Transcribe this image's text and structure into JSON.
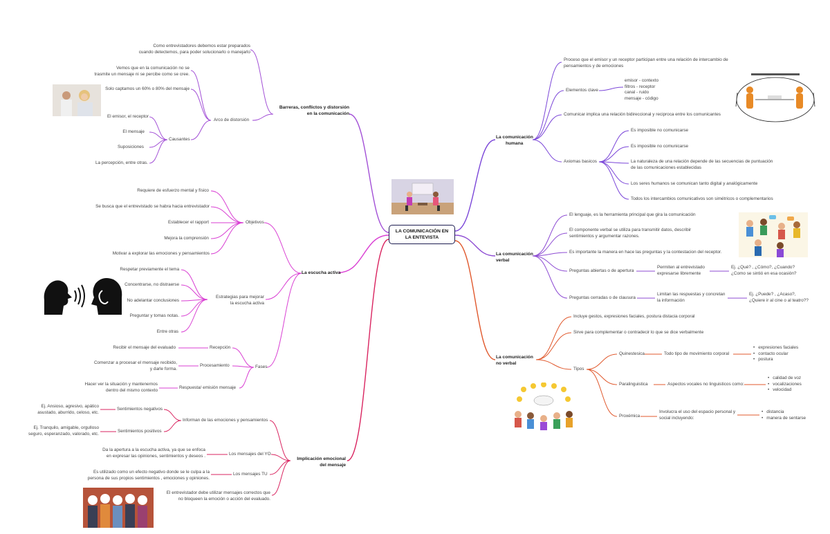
{
  "root": {
    "line1": "LA COMUNICACIÓN EN",
    "line2": "LA ENTEVISTA"
  },
  "left": {
    "barreras": {
      "title1": "Barreras, conflictos y distorsión",
      "title2": "en la comunicación",
      "note1": "Como entrevistadores debemos estar preparados",
      "note2": "cuando detectemos, para poder solucionarlo o manejarlo",
      "arco": "Arco de distorsión",
      "arco_items": [
        "Vemos que en la comunicación no se",
        "trasmite un mensaje ni se percibe como se cree.",
        "Solo captamos un 60% o 80% del mensaje"
      ],
      "causantes": "Causantes",
      "causantes_items": [
        "El emisor, el receptor",
        "El mensaje",
        "Suposiciones",
        "La percepción, entre otras."
      ]
    },
    "escucha": {
      "title": "La escucha activa",
      "objetivos": "Objetivos",
      "objetivos_items": [
        "Requiere de esfuerzo mental y físico",
        "Se busca que el entrevistado se habra hacia entrevistador",
        "Establecer el rapport",
        "Mejora la comprensión",
        "Motivar a explorar las emociones y pensamientos"
      ],
      "estrategias1": "Estrategias para mejorar",
      "estrategias2": "la escucha activa",
      "estrategias_items": [
        "Respetar previamente el tema",
        "Concentrarse, no distraerse",
        "No adelantar conclusiones",
        "Preguntar y tomas notas.",
        "Entre otras"
      ],
      "fases": "Fases",
      "recepcion": "Recepción",
      "recepcion_item": "Recibir el mensaje del evaluado",
      "procesamiento": "Procesamiento",
      "procesamiento_item1": "Comenzar a procesar el mensaje recibido,",
      "procesamiento_item2": "y darle forma.",
      "respuesta": "Respuesta/ emisión mensaje",
      "respuesta_item1": "Hacer ver la situación y mantenernos",
      "respuesta_item2": "dentro del mismo contexto"
    },
    "implicacion": {
      "title1": "Implicación emocional",
      "title2": "del mensaje",
      "informan": "Informan de las emociones y pensamientos",
      "negativos": "Sentimientos negativos",
      "negativos_item1": "Ej. Ansioso, agresivo, apático",
      "negativos_item2": "asustado, aburrido, celoso, etc.",
      "positivos": "Sentimientos positivos",
      "positivos_item1": "Ej. Tranquilo, amigable, orgulloso",
      "positivos_item2": "seguro, esperanzado, valorado, etc.",
      "yo": "Los mensajes del YO",
      "yo_item1": "Da la apertura a la escucha activa, ya que se enfoca",
      "yo_item2": "en expresar las opiniones, sentimientos y deseos .",
      "tu": "Los mensajes TU",
      "tu_item1": "Es utilizado como un efecto negativo donde se le culpa a la",
      "tu_item2": "persona de sus propios sentimientos , emociones y opiniones.",
      "final1": "El entrevistador debe utilizar mensajes correctos que",
      "final2": "no bloqueen la emoción o acción del evaluado."
    }
  },
  "right": {
    "humana": {
      "title1": "La comunicación",
      "title2": "humana",
      "def1": "Proceso que el emisor y un receptor participan entre una relación de intercambio de",
      "def2": "pensamientos y de emociones",
      "elementos": "Elementos clave",
      "elementos_items": [
        "emisor - contexto",
        "filtros - receptor",
        "canal      - ruido",
        "mensaje   - código"
      ],
      "bidir": "Comunicar implica una relación bidireccional y reciproca entre los comunicantes",
      "axiomas": "Axiomas basicos",
      "axiomas_items": [
        "Es imposible no comunicarse",
        "Es imposible no comunicarse",
        "La naturaleza de una relación depende de las secuencias de puntuación",
        "de las comunicaciones establecidas",
        "Los seres humanos se comunican tanto digital y analógicamente",
        "Todos los intercambios comunicativos son simétricos o complementarios"
      ]
    },
    "verbal": {
      "title1": "La comunicación",
      "title2": "verbal",
      "items": [
        "El lenguaje, es la herramienta principal que gira la comunicación",
        "El componente verbal se utiliza para transmitir datos, describir",
        "sentimientos y argumentar razones.",
        "Es importante la manera en hace las preguntas y la contestacion del receptor."
      ],
      "abiertas": "Preguntas abiertas o de apertura",
      "abiertas_desc1": "Permiten al entrevistado",
      "abiertas_desc2": "expresarse libremente",
      "abiertas_ej1": "Ej. ¿Qué? , ¿Cómo?, ¿Cuando?",
      "abiertas_ej2": "¿Como se sintió en esa ocasión?",
      "cerradas": "Preguntas cerradas o de clausura",
      "cerradas_desc1": "Limitan las respuestas y concretan",
      "cerradas_desc2": "la información",
      "cerradas_ej1": "Ej. ¿Puede? , ¿Acaso?,",
      "cerradas_ej2": "¿Quiere ir al cine o al teatro??"
    },
    "noverbal": {
      "title1": "La comunicación",
      "title2": "no verbal",
      "item1": "Incluye gestos, expresiones faciales, postura distacia corporal",
      "item2": "Sirve para complementar o contradecir lo que se dice verbalmente",
      "tipos": "Tipos",
      "quinesica": "Quinestesica",
      "quinesica_desc": "Todo tipo de movimiento corporal",
      "quinesica_items": [
        "expresiones faciales",
        "contacto ocular",
        "postura"
      ],
      "paralinguistica": "Paralinguistica",
      "paralinguistica_desc": "Aspectos vocales no linguisticos como:",
      "paralinguistica_items": [
        "calidad de voz",
        "vocalizaciones",
        "velocidad"
      ],
      "proxemica": "Proxémica",
      "proxemica_desc1": "Involucra el uso del espacio personal y",
      "proxemica_desc2": "social incluyendo:",
      "proxemica_items": [
        "distancia",
        "manera de sentarse"
      ]
    }
  },
  "colors": {
    "barreras": "#a24fd6",
    "escucha": "#d93fd3",
    "implicacion": "#d9235f",
    "humana": "#7a45d8",
    "verbal": "#8d4bd3",
    "noverbal": "#e0582c"
  }
}
